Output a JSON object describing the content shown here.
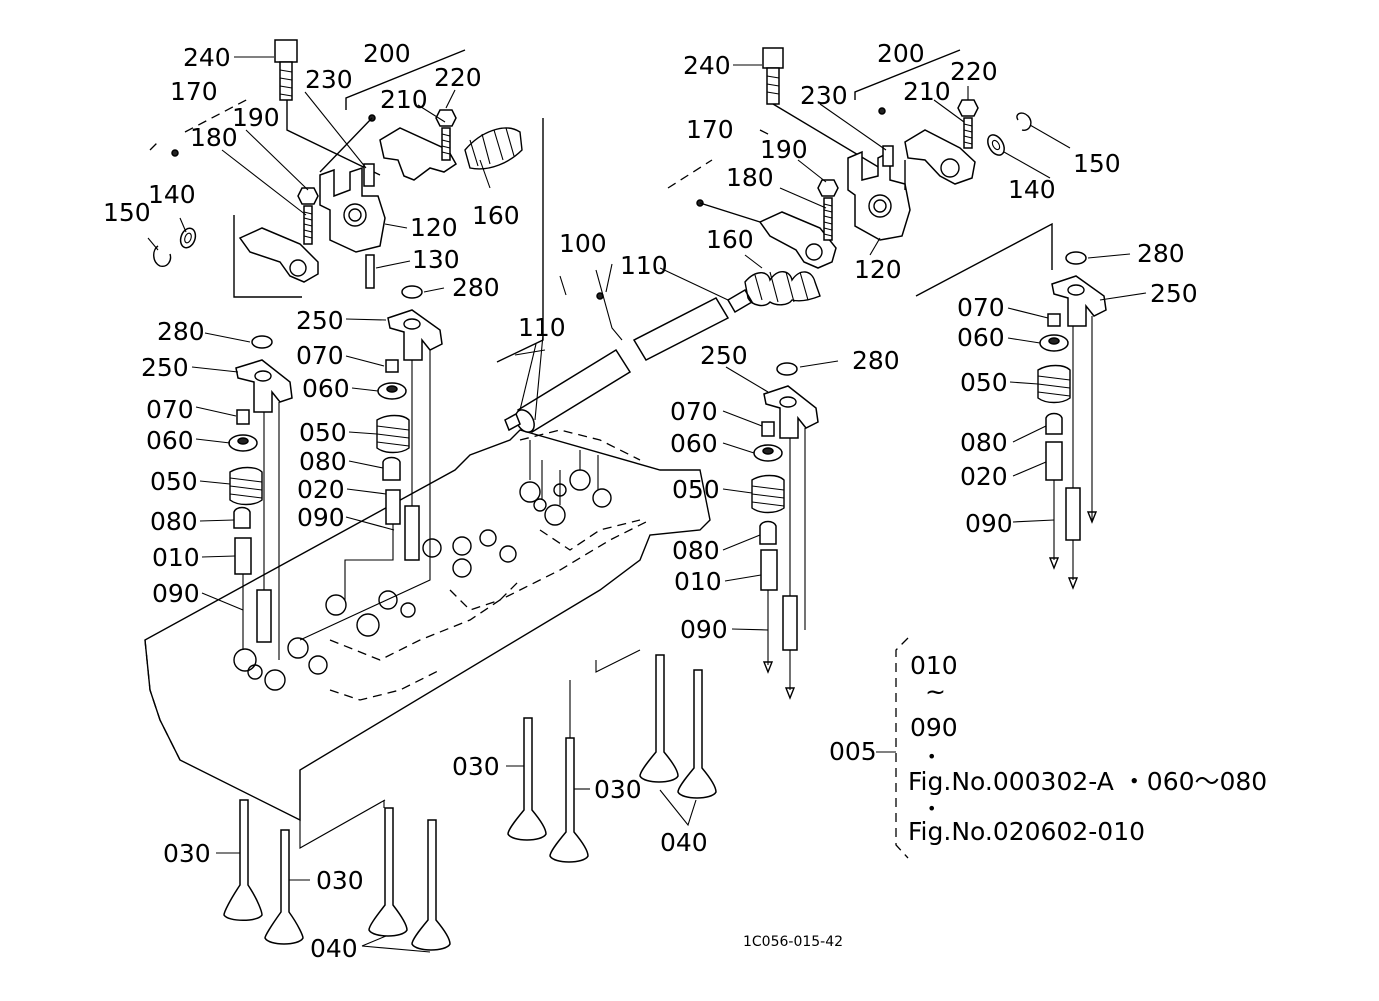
{
  "labels": {
    "l240": "240",
    "l200": "200",
    "l230": "230",
    "l220": "220",
    "l210": "210",
    "l170": "170",
    "l190": "190",
    "l180": "180",
    "l160": "160",
    "l150": "150",
    "l140": "140",
    "l120": "120",
    "l130": "130",
    "l280": "280",
    "l100": "100",
    "l110": "110",
    "l250": "250",
    "l070": "070",
    "l060": "060",
    "l050": "050",
    "l080": "080",
    "l020": "020",
    "l090": "090",
    "l010": "010",
    "l030": "030",
    "l040": "040",
    "l005": "005"
  },
  "note": {
    "line1": "010",
    "tilde": "~",
    "line2": "090",
    "dot": "•",
    "line3": "Fig.No.000302-A ・060～080",
    "line4": "Fig.No.020602-010"
  },
  "figure_code": "1C056-015-42"
}
